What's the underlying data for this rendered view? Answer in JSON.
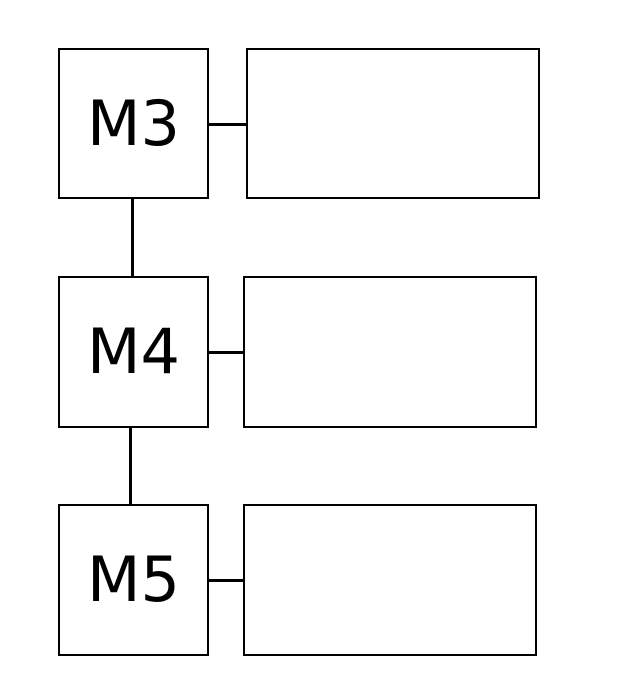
{
  "diagram": {
    "modules": [
      {
        "id": "m3",
        "label": "M3"
      },
      {
        "id": "m4",
        "label": "M4"
      },
      {
        "id": "m5",
        "label": "M5"
      }
    ],
    "panels": [
      {
        "for": "m3",
        "label": ""
      },
      {
        "for": "m4",
        "label": ""
      },
      {
        "for": "m5",
        "label": ""
      }
    ],
    "connections": [
      {
        "from": "m3",
        "to": "m4",
        "type": "vertical"
      },
      {
        "from": "m4",
        "to": "m5",
        "type": "vertical"
      },
      {
        "from": "m3",
        "to": "panel-m3",
        "type": "horizontal"
      },
      {
        "from": "m4",
        "to": "panel-m4",
        "type": "horizontal"
      },
      {
        "from": "m5",
        "to": "panel-m5",
        "type": "horizontal"
      }
    ],
    "colors": {
      "stroke": "#000000",
      "background": "#ffffff",
      "text": "#000000"
    }
  }
}
